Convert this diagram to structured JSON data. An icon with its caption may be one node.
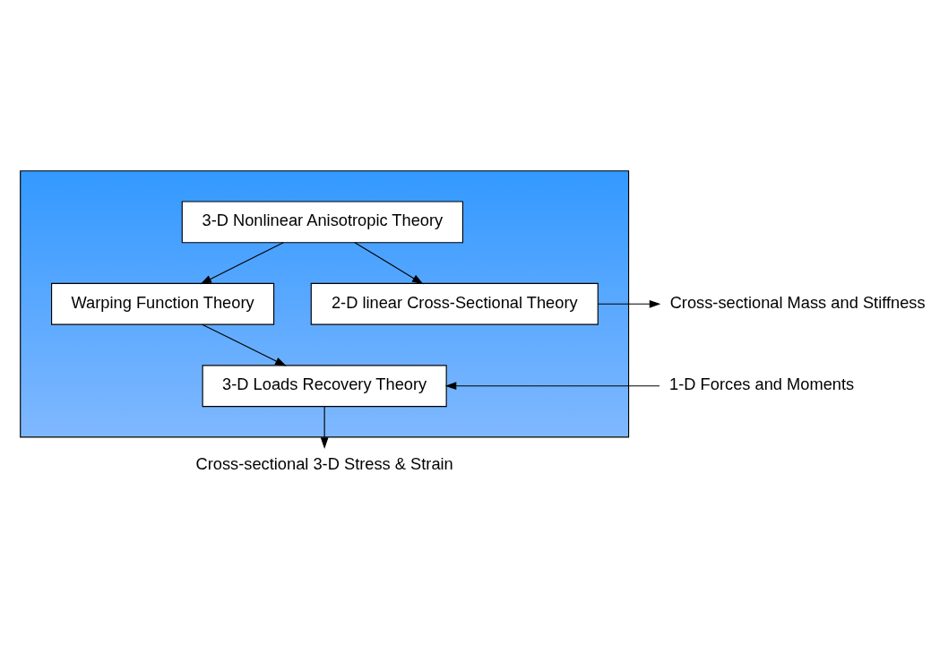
{
  "diagram": {
    "nodes": [
      {
        "text": [],
        "shape": "box"
      },
      {
        "text": [
          "3-D Nonlinear Anisotropic Theory"
        ],
        "in": 0
      },
      {
        "text": [
          "Warping Function Theory"
        ],
        "in": 0
      },
      {
        "text": [
          "2-D linear Cross-Sectional Theory"
        ],
        "in": 0
      },
      {
        "text": [
          "3-D Loads Recovery Theory"
        ],
        "in": 0
      },
      {
        "text": [
          "Cross-sectional Mass and Stiffness"
        ]
      },
      {
        "text": [
          "1-D Forces and Moments"
        ]
      },
      {
        "text": [
          "Cross-sectional 3-D Stress & Strain"
        ]
      }
    ],
    "edges": [
      {
        "from": 1,
        "to": 2,
        "arrow": "to"
      },
      {
        "from": 1,
        "to": 3,
        "arrow": "to"
      },
      {
        "from": 2,
        "to": 4,
        "arrow": "to"
      },
      {
        "from": 3,
        "to": 5,
        "arrow": "to"
      },
      {
        "from": 6,
        "to": 4,
        "arrow": "to"
      },
      {
        "from": 4,
        "to": 7,
        "arrow": "to"
      }
    ]
  }
}
